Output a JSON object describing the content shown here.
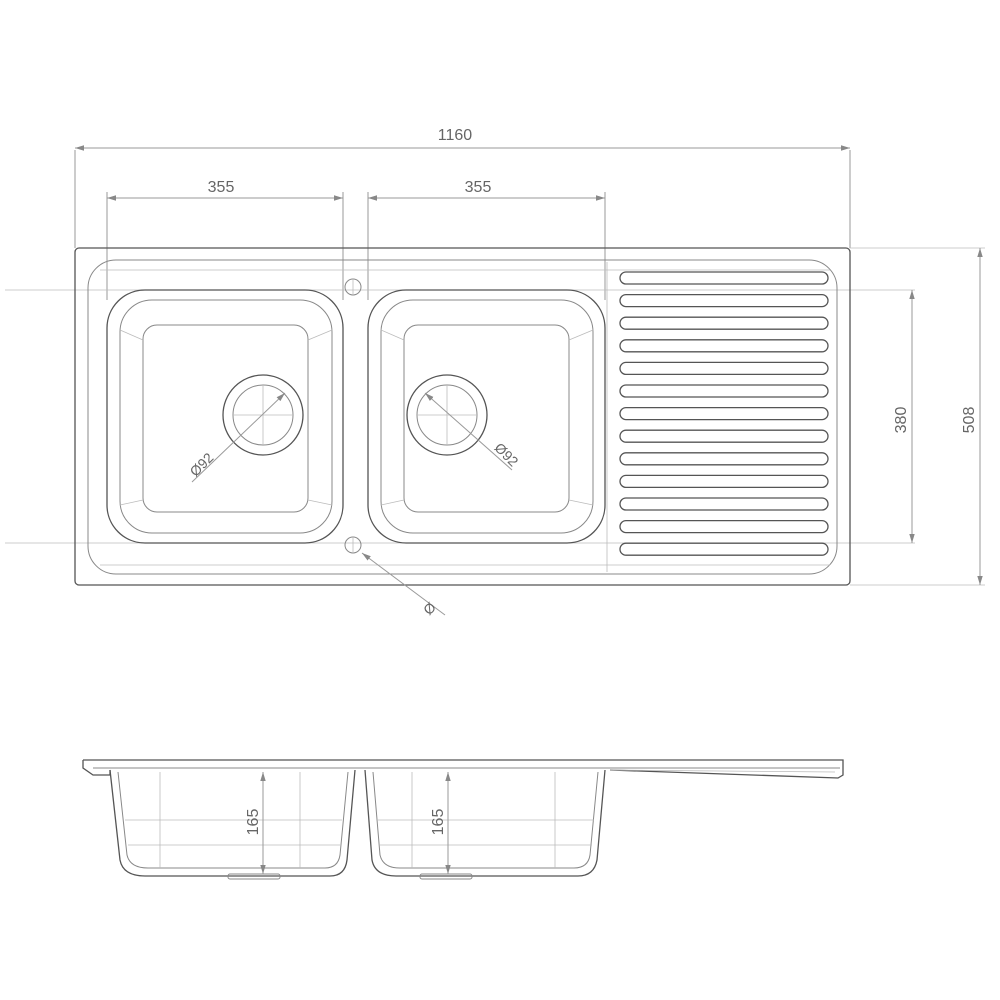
{
  "drawing": {
    "overall_width": "1160",
    "bowl1_width": "355",
    "bowl2_width": "355",
    "bowl_length": "380",
    "overall_depth": "508",
    "waste1_diameter": "Ø92",
    "waste2_diameter": "Ø92",
    "tap_hole_label": "Ø",
    "bowl1_depth": "165",
    "bowl2_depth": "165"
  }
}
